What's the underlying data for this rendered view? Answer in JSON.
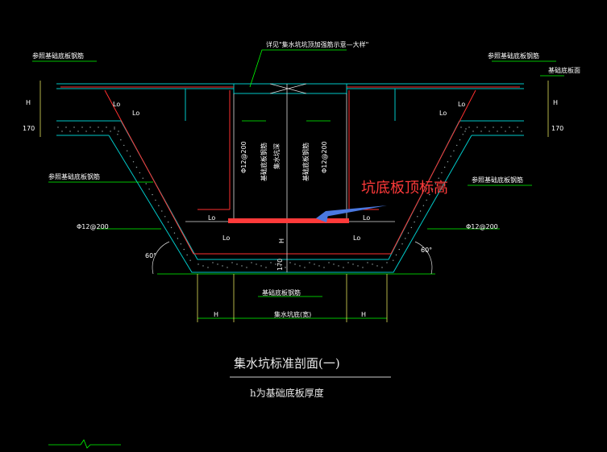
{
  "labels": {
    "top_note": "详见\"集水坑坑顶加强筋示意—大样\"",
    "top_left_rebar": "参照基础底板钢筋",
    "top_right_rebar": "参照基础底板钢筋",
    "right_slab_label": "基础底板面",
    "h_left": "H",
    "h_right": "H",
    "dim_170_left": "170",
    "dim_170_right": "170",
    "vert_left": "基础底板钢筋",
    "vert_right": "基础底板钢筋",
    "lo_labels": [
      "Lo",
      "Lo",
      "Lo",
      "Lo",
      "Lo",
      "Lo",
      "Lo",
      "Lo"
    ],
    "left_slope_rebar": "参照基础底板钢筋",
    "right_slope_rebar": "参照基础底板钢筋",
    "phi_left_slope": "Φ12@200",
    "phi_right_slope": "Φ12@200",
    "phi_left_wall": "Φ12@200",
    "phi_right_wall": "Φ12@200",
    "wall_left_note": "基础底板钢筋",
    "wall_right_note": "基础底板钢筋",
    "center_depth": "集水坑深",
    "center_h": "H",
    "bottom_170": "170",
    "bottom_rebar": "基础底板钢筋",
    "bottom_width": "集水坑底(宽)",
    "bottom_h_left": "H",
    "bottom_h_right": "H",
    "angle_left": "60°",
    "angle_right": "60°",
    "annotation": "坑底板顶标高"
  },
  "title": "集水坑标准剖面(一)",
  "subtitle": "h为基础底板厚度",
  "colors": {
    "background": "#000000",
    "concrete": "#00c8c8",
    "rebar": "#ff3030",
    "leader": "#00ff00",
    "dimension": "#ffff66",
    "highlight_bar": "#ff3a3a",
    "arrow": "#4a78e0"
  }
}
